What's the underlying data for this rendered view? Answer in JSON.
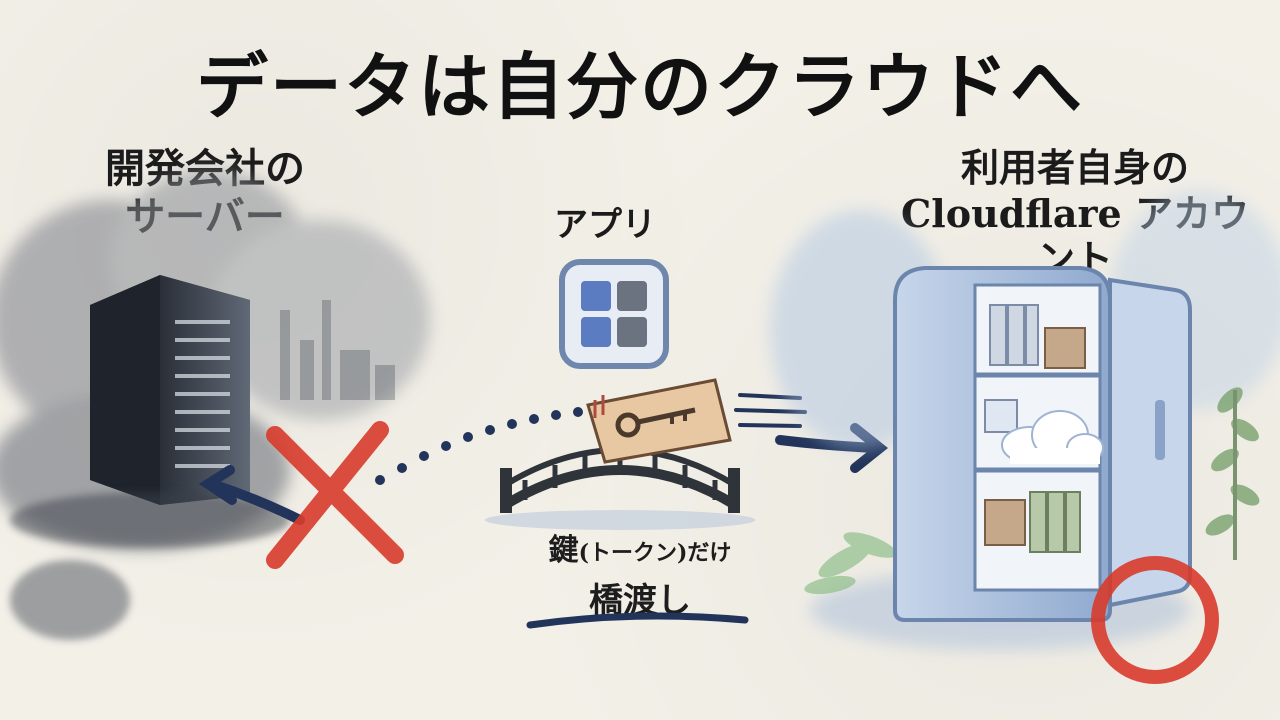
{
  "title": "データは自分のクラウドへ",
  "left_label": {
    "line1": "開発会社の",
    "line2": "サーバー"
  },
  "right_label": {
    "line1": "利用者自身の",
    "line2": "Cloudflare アカウント"
  },
  "app_label": "アプリ",
  "caption": {
    "line1_main": "鍵",
    "line1_paren": "(トークン)だけ",
    "line2": "橋渡し"
  },
  "colors": {
    "ink": "#1b1b1b",
    "navy": "#22345a",
    "red": "#d83b2b",
    "blue_fridge": "#9fb7d8",
    "blue_wash": "#bcd0e6",
    "key_tan": "#e7c8a2"
  },
  "icons": {
    "server": "server-icon",
    "app": "app-grid-icon",
    "key": "key-icon",
    "bridge": "bridge-icon",
    "fridge": "fridge-icon",
    "cloud": "cloud-icon",
    "cross": "cross-icon",
    "circle": "circle-icon"
  }
}
